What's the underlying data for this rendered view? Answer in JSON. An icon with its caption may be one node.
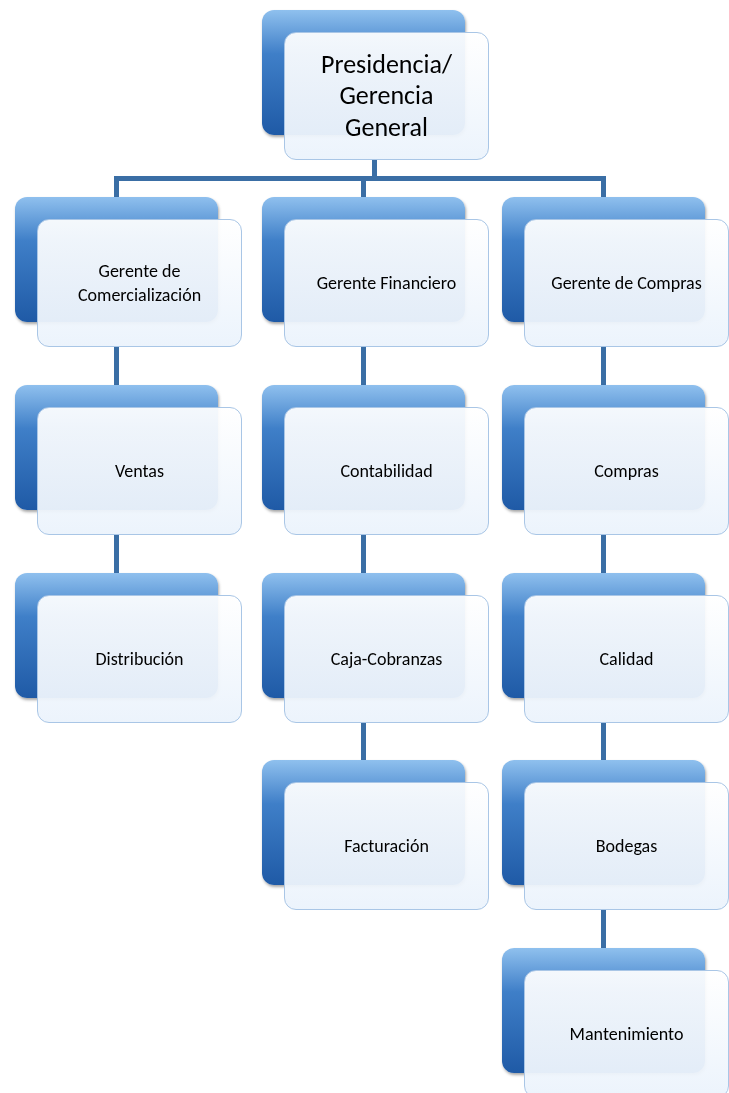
{
  "diagram": {
    "nodes": [
      {
        "text": [
          "Presidencia/ Gerencia General"
        ]
      },
      {
        "text": [
          "Gerente de Comercialización"
        ]
      },
      {
        "text": [
          "Gerente Financiero"
        ]
      },
      {
        "text": [
          "Gerente de Compras"
        ]
      },
      {
        "text": [
          "Ventas"
        ]
      },
      {
        "text": [
          "Contabilidad"
        ]
      },
      {
        "text": [
          "Compras"
        ]
      },
      {
        "text": [
          "Distribución"
        ]
      },
      {
        "text": [
          "Caja-Cobranzas"
        ]
      },
      {
        "text": [
          "Calidad"
        ]
      },
      {
        "text": [
          "Facturación"
        ]
      },
      {
        "text": [
          "Bodegas"
        ]
      },
      {
        "text": [
          "Mantenimiento"
        ]
      }
    ],
    "edges": [
      {
        "from": 0,
        "to": 1,
        "arrow": "none"
      },
      {
        "from": 0,
        "to": 2,
        "arrow": "none"
      },
      {
        "from": 0,
        "to": 3,
        "arrow": "none"
      },
      {
        "from": 1,
        "to": 4,
        "arrow": "none"
      },
      {
        "from": 4,
        "to": 7,
        "arrow": "none"
      },
      {
        "from": 2,
        "to": 5,
        "arrow": "none"
      },
      {
        "from": 5,
        "to": 8,
        "arrow": "none"
      },
      {
        "from": 8,
        "to": 10,
        "arrow": "none"
      },
      {
        "from": 3,
        "to": 6,
        "arrow": "none"
      },
      {
        "from": 6,
        "to": 9,
        "arrow": "none"
      },
      {
        "from": 9,
        "to": 11,
        "arrow": "none"
      },
      {
        "from": 11,
        "to": 12,
        "arrow": "none"
      }
    ]
  }
}
